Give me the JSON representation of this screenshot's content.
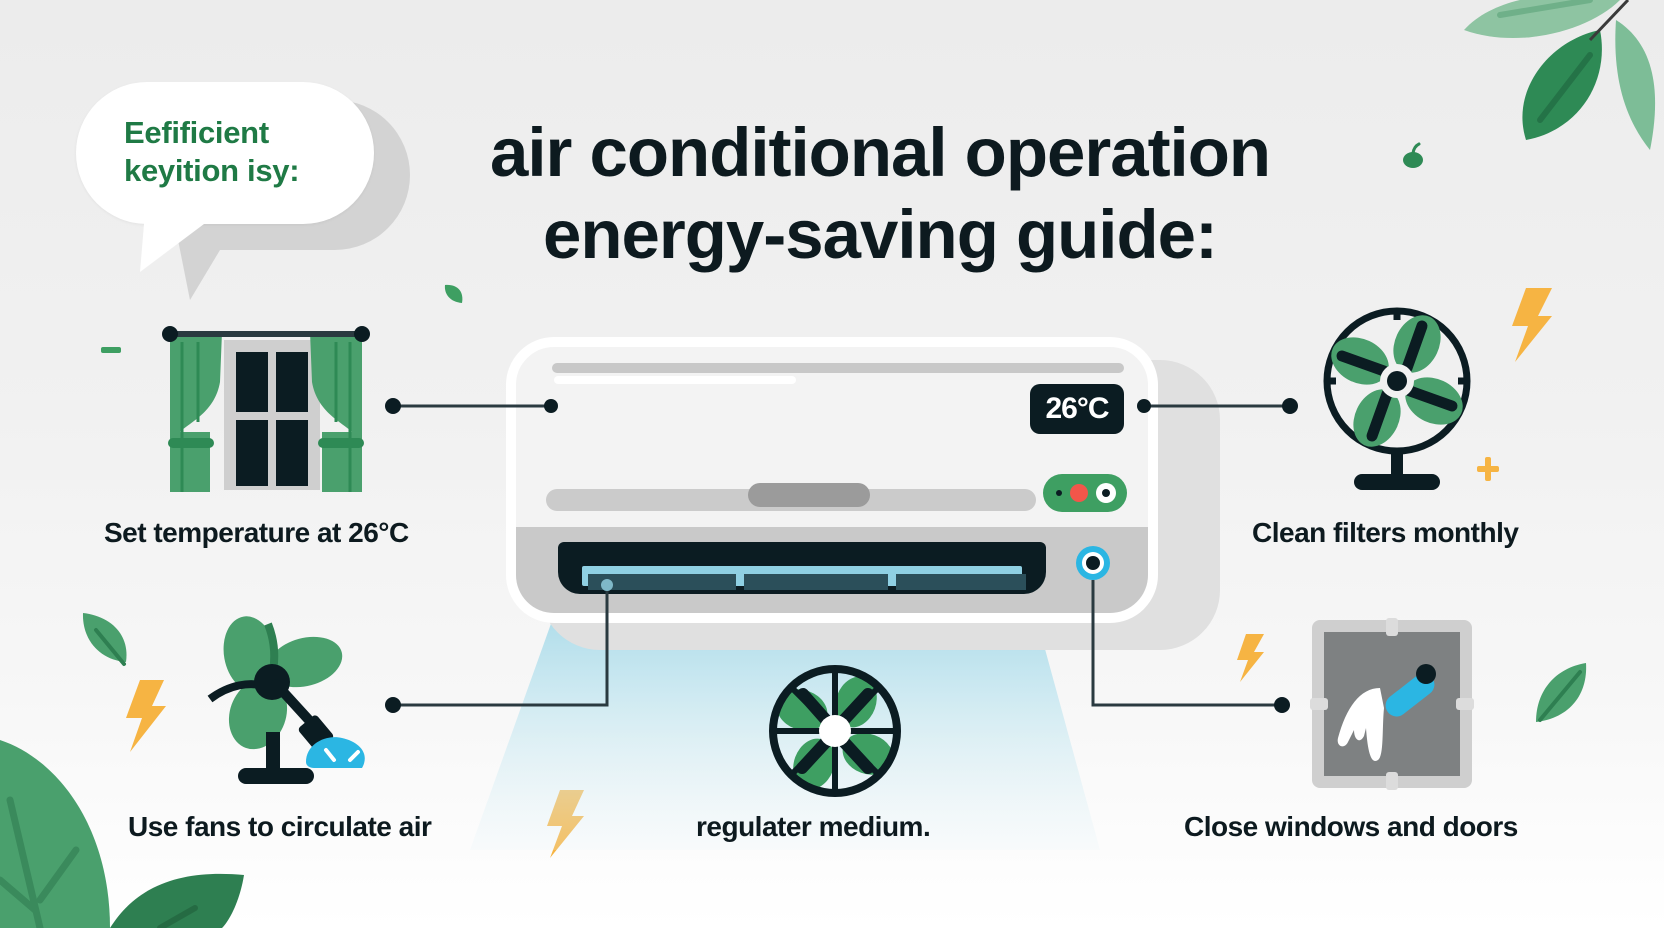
{
  "bubble": {
    "line1": "Eefificient",
    "line2": "keyition isy:"
  },
  "header": {
    "title_line1": "air conditional operation",
    "title_line2": "energy-saving guide:"
  },
  "ac_unit": {
    "temperature_display": "26°C"
  },
  "tips": [
    {
      "id": "temperature",
      "label": "Set temperature at 26°C",
      "icon": "window-curtains-icon"
    },
    {
      "id": "filters",
      "label": "Clean filters monthly",
      "icon": "desk-fan-icon"
    },
    {
      "id": "fans",
      "label": "Use fans to circulate air",
      "icon": "fan-with-plug-icon"
    },
    {
      "id": "regulate",
      "label": "regulater medium.",
      "icon": "ventilation-fan-icon"
    },
    {
      "id": "close",
      "label": "Close windows and doors",
      "icon": "window-cleaning-icon"
    }
  ],
  "colors": {
    "primary_green": "#3e9f62",
    "dark_green": "#1f7a45",
    "ink": "#0d1a1f",
    "accent_yellow": "#f6b443",
    "accent_blue": "#2bb6e3",
    "air_flow": "#bfe3ef",
    "background": "#efefef"
  }
}
